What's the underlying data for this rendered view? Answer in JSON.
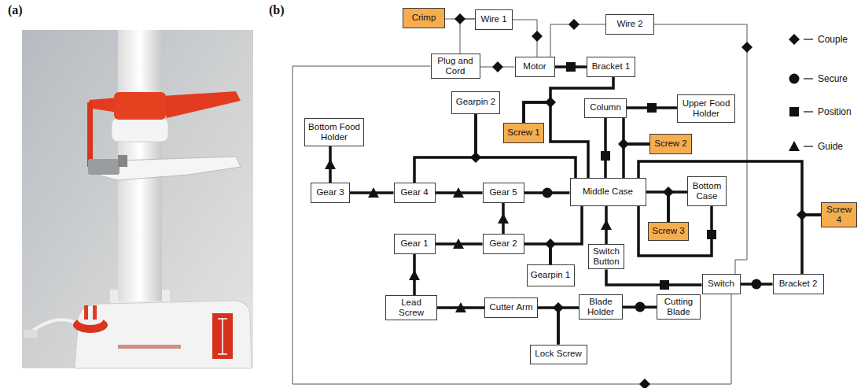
{
  "diagram": {
    "nodes": [
      {
        "text": [
          "Crimp"
        ]
      },
      {
        "text": [
          "Wire 1"
        ]
      },
      {
        "text": [
          "Wire 2"
        ]
      },
      {
        "text": [
          "Plug and Cord"
        ]
      },
      {
        "text": [
          "Motor"
        ]
      },
      {
        "text": [
          "Bracket 1"
        ]
      },
      {
        "text": [
          "Gearpin 2"
        ]
      },
      {
        "text": [
          "Column"
        ]
      },
      {
        "text": [
          "Upper Food Holder"
        ]
      },
      {
        "text": [
          "Screw 1"
        ]
      },
      {
        "text": [
          "Bottom Food Holder"
        ]
      },
      {
        "text": [
          "Screw 2"
        ]
      },
      {
        "text": [
          "Gear 3"
        ]
      },
      {
        "text": [
          "Gear 4"
        ]
      },
      {
        "text": [
          "Gear 5"
        ]
      },
      {
        "text": [
          "Middle Case"
        ]
      },
      {
        "text": [
          "Bottom Case"
        ]
      },
      {
        "text": [
          "Screw 4"
        ]
      },
      {
        "text": [
          "Screw 3"
        ]
      },
      {
        "text": [
          "Gear 1"
        ]
      },
      {
        "text": [
          "Gear 2"
        ]
      },
      {
        "text": [
          "Switch Button"
        ]
      },
      {
        "text": [
          "Gearpin 1"
        ]
      },
      {
        "text": [
          "Switch"
        ]
      },
      {
        "text": [
          "Bracket 2"
        ]
      },
      {
        "text": [
          "Lead Screw"
        ]
      },
      {
        "text": [
          "Cutter Arm"
        ]
      },
      {
        "text": [
          "Blade Holder"
        ]
      },
      {
        "text": [
          "Cutting Blade"
        ]
      },
      {
        "text": [
          "Lock Screw"
        ]
      }
    ],
    "edges": [
      {
        "from": 0,
        "to": 1,
        "arrow": "none"
      },
      {
        "from": 3,
        "to": 1,
        "arrow": "none"
      },
      {
        "from": 4,
        "to": 1,
        "arrow": "none"
      },
      {
        "from": 4,
        "to": 2,
        "arrow": "none"
      },
      {
        "from": 3,
        "to": 4,
        "arrow": "none"
      },
      {
        "from": 4,
        "to": 5,
        "arrow": "none"
      },
      {
        "from": 2,
        "to": 23,
        "arrow": "none"
      },
      {
        "from": 3,
        "to": 23,
        "arrow": "none"
      },
      {
        "from": 9,
        "to": 5,
        "arrow": "none"
      },
      {
        "from": 9,
        "to": 15,
        "arrow": "none"
      },
      {
        "from": 6,
        "to": 13,
        "arrow": "none"
      },
      {
        "from": 6,
        "to": 15,
        "arrow": "none"
      },
      {
        "from": 7,
        "to": 8,
        "arrow": "none"
      },
      {
        "from": 7,
        "to": 15,
        "arrow": "none"
      },
      {
        "from": 11,
        "to": 7,
        "arrow": "none"
      },
      {
        "from": 11,
        "to": 15,
        "arrow": "none"
      },
      {
        "from": 12,
        "to": 10,
        "arrow": "none"
      },
      {
        "from": 12,
        "to": 13,
        "arrow": "none"
      },
      {
        "from": 13,
        "to": 14,
        "arrow": "none"
      },
      {
        "from": 14,
        "to": 15,
        "arrow": "none"
      },
      {
        "from": 20,
        "to": 14,
        "arrow": "none"
      },
      {
        "from": 19,
        "to": 20,
        "arrow": "none"
      },
      {
        "from": 22,
        "to": 20,
        "arrow": "none"
      },
      {
        "from": 22,
        "to": 15,
        "arrow": "none"
      },
      {
        "from": 21,
        "to": 15,
        "arrow": "none"
      },
      {
        "from": 21,
        "to": 23,
        "arrow": "none"
      },
      {
        "from": 23,
        "to": 24,
        "arrow": "none"
      },
      {
        "from": 18,
        "to": 15,
        "arrow": "none"
      },
      {
        "from": 18,
        "to": 16,
        "arrow": "none"
      },
      {
        "from": 15,
        "to": 16,
        "arrow": "none"
      },
      {
        "from": 17,
        "to": 15,
        "arrow": "none"
      },
      {
        "from": 17,
        "to": 24,
        "arrow": "none"
      },
      {
        "from": 19,
        "to": 25,
        "arrow": "none"
      },
      {
        "from": 25,
        "to": 26,
        "arrow": "none"
      },
      {
        "from": 29,
        "to": 26,
        "arrow": "none"
      },
      {
        "from": 29,
        "to": 27,
        "arrow": "none"
      },
      {
        "from": 27,
        "to": 28,
        "arrow": "none"
      }
    ],
    "labels": [
      "(a)",
      "(b)"
    ],
    "legend": [
      {
        "text": "Couple"
      },
      {
        "text": "Secure"
      },
      {
        "text": "Position"
      },
      {
        "text": "Guide"
      }
    ]
  }
}
